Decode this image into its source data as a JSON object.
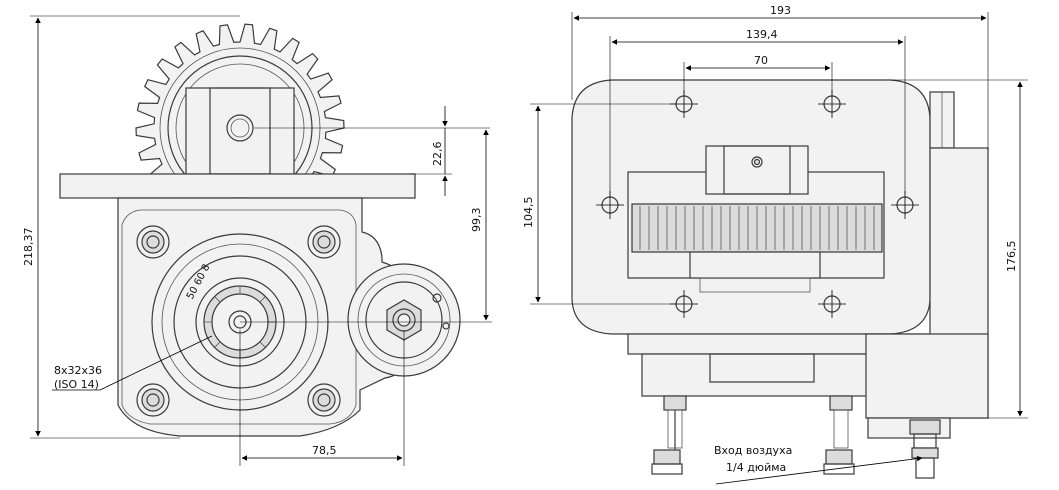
{
  "dimensions": {
    "overall_height": "218,37",
    "gear_offset": "22,6",
    "shaft_height": "99,3",
    "shaft_offset": "78,5",
    "overall_width": "193",
    "bolt_span_wide": "139,4",
    "bolt_span_narrow": "70",
    "bolt_span_vertical": "104,5",
    "housing_height": "176,5"
  },
  "labels": {
    "spline_spec": "8x32x36",
    "spline_standard": "(ISO 14)",
    "plate_mark": "50 60 8",
    "air_inlet_line1": "Вход воздуха",
    "air_inlet_line2": "1/4 дюйма"
  }
}
